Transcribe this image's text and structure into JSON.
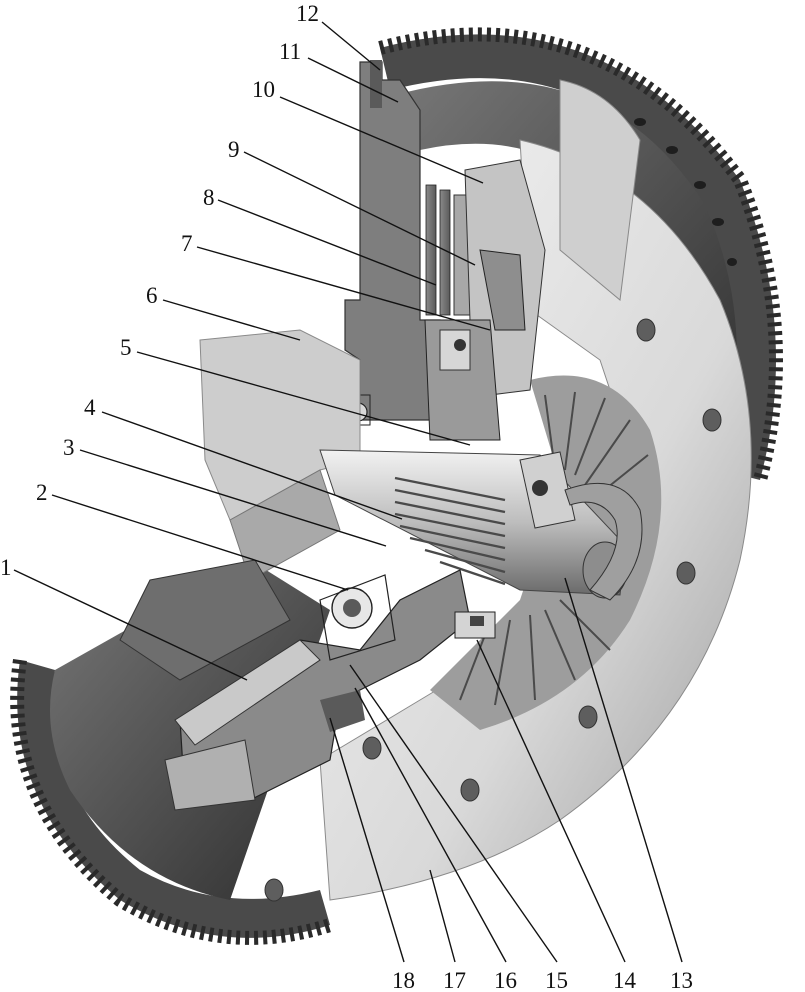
{
  "callouts": [
    "1",
    "2",
    "3",
    "4",
    "5",
    "6",
    "7",
    "8",
    "9",
    "10",
    "11",
    "12",
    "13",
    "14",
    "15",
    "16",
    "17",
    "18"
  ],
  "colors": {
    "ink": "#111111",
    "metal_light": "#e9e9e9",
    "metal_mid": "#b9b9b9",
    "metal_dark": "#6f6f6f",
    "metal_deep": "#3a3a3a"
  }
}
